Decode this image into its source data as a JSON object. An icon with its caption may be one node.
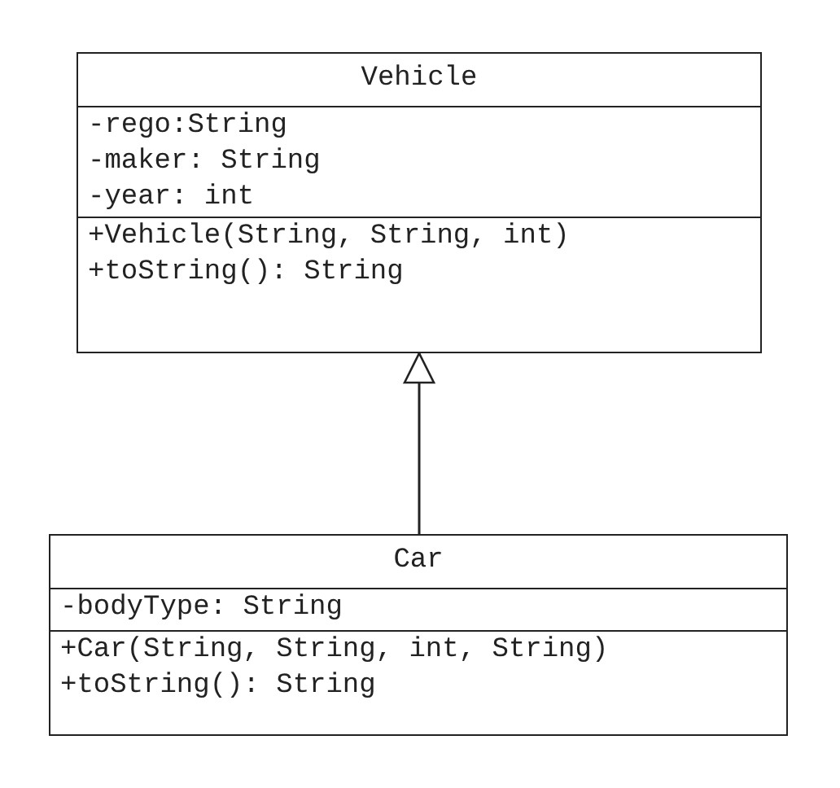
{
  "diagram": {
    "nodes": [
      {
        "text": [
          "Vehicle"
        ]
      },
      {
        "text": [
          "-rego:String",
          "-maker: String",
          "-year: int"
        ],
        "in": 0
      },
      {
        "text": [
          "+Vehicle(String, String, int)",
          "+toString(): String"
        ],
        "in": 0
      },
      {
        "text": [
          "Car"
        ]
      },
      {
        "text": [
          "-bodyType: String"
        ],
        "in": 3
      },
      {
        "text": [
          "+Car(String, String, int, String)",
          "+toString(): String"
        ],
        "in": 3
      }
    ],
    "edges": [
      {
        "from": 3,
        "to": 0,
        "arrow": "to"
      }
    ]
  }
}
